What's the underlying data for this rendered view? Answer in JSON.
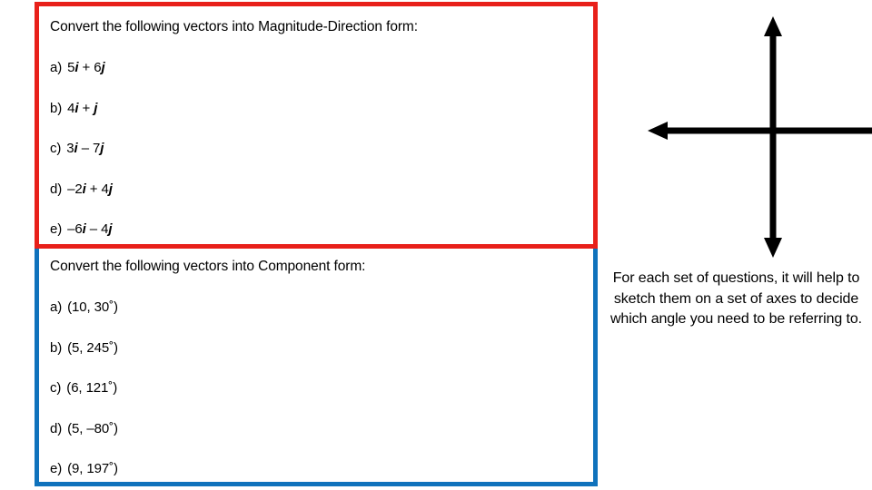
{
  "colors": {
    "red_border": "#E8201A",
    "blue_border": "#0F72BC",
    "text": "#000000",
    "background": "#FFFFFF",
    "axes": "#000000"
  },
  "magnitude_box": {
    "title": "Convert the following vectors into Magnitude-Direction form:",
    "items": [
      {
        "label": "a)",
        "prefix": "5",
        "unit_i": "i",
        "operator": " + ",
        "coeff_j": "6",
        "unit_j": "j"
      },
      {
        "label": "b)",
        "prefix": "4",
        "unit_i": "i",
        "operator": " + ",
        "coeff_j": "",
        "unit_j": "j"
      },
      {
        "label": "c)",
        "prefix": "3",
        "unit_i": "i",
        "operator": " – ",
        "coeff_j": "7",
        "unit_j": "j"
      },
      {
        "label": "d)",
        "prefix": "–2",
        "unit_i": "i",
        "operator": " + ",
        "coeff_j": "4",
        "unit_j": "j"
      },
      {
        "label": "e)",
        "prefix": "–6",
        "unit_i": "i",
        "operator": " – ",
        "coeff_j": "4",
        "unit_j": "j"
      }
    ]
  },
  "component_box": {
    "title": "Convert the following vectors into Component form:",
    "items": [
      {
        "label": "a)",
        "value": "(10, 30˚)"
      },
      {
        "label": "b)",
        "value": "(5, 245˚)"
      },
      {
        "label": "c)",
        "value": "(6, 121˚)"
      },
      {
        "label": "d)",
        "value": "(5, –80˚)"
      },
      {
        "label": "e)",
        "value": "(9, 197˚)"
      }
    ]
  },
  "side_note": {
    "text": "For each set of questions, it will help to sketch them on a set of axes to decide which angle you need to be referring to."
  },
  "axes_figure": {
    "name": "cartesian-axes-sketch",
    "description": "A pair of crossed double-headed arrows forming x and y axes"
  }
}
